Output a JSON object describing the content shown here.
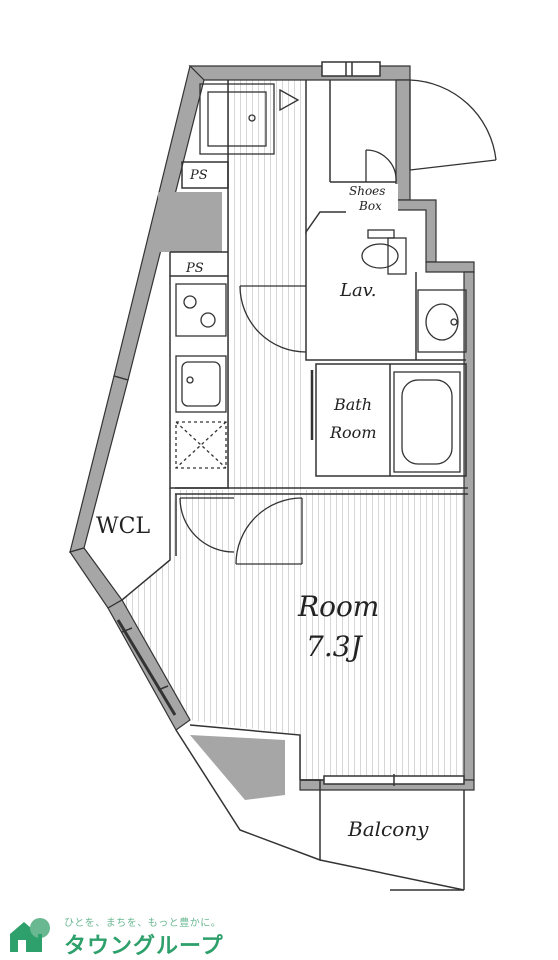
{
  "rooms": {
    "ps_top": "PS",
    "ps_mid": "PS",
    "shoes_line1": "Shoes",
    "shoes_line2": "Box",
    "lav": "Lav.",
    "bath_line1": "Bath",
    "bath_line2": "Room",
    "wcl": "WCL",
    "room_name": "Room",
    "room_size": "7.3J",
    "balcony": "Balcony"
  },
  "footer": {
    "tagline": "ひとを、まちを、もっと豊かに。",
    "brand": "タウングループ"
  },
  "colors": {
    "wall": "#a6a6a6",
    "line": "#333333",
    "floor_stripe": "#d7d7d7",
    "brand": "#2ea06b"
  }
}
